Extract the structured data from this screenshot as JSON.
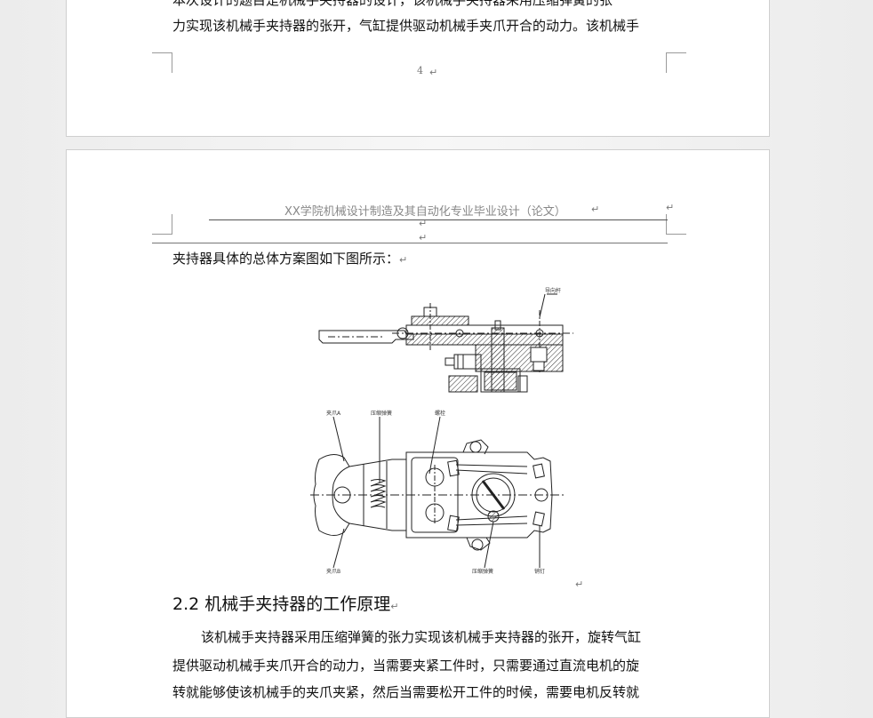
{
  "page_prev": {
    "partial_line_top": "本次设计的题目是机械手夹持器的设计，该机械手夹持器采用压缩弹簧的张",
    "partial_line": "力实现该机械手夹持器的张开，气缸提供驱动机械手夹爪开合的动力。该机械手",
    "page_number": "4",
    "para_mark": "↵"
  },
  "page_current": {
    "header": "XX学院机械设计制造及其自动化专业毕业设计（论文）",
    "para_mark": "↵",
    "intro_line": "夹持器具体的总体方案图如下图所示：",
    "figure_labels": {
      "top_right": "导向杆",
      "bottom_left_top": "夹爪A",
      "spring_label": "压缩弹簧",
      "bolt_label": "螺栓",
      "bottom_left_bottom": "夹爪B",
      "cam_label": "压缩弹簧",
      "pin_label": "销钉"
    },
    "section_heading": "2.2  机械手夹持器的工作原理",
    "body_lines": [
      "该机械手夹持器采用压缩弹簧的张力实现该机械手夹持器的张开，旋转气缸",
      "提供驱动机械手夹爪开合的动力，当需要夹紧工件时，只需要通过直流电机的旋",
      "转就能够使该机械手的夹爪夹紧，然后当需要松开工件的时候，需要电机反转就"
    ]
  }
}
